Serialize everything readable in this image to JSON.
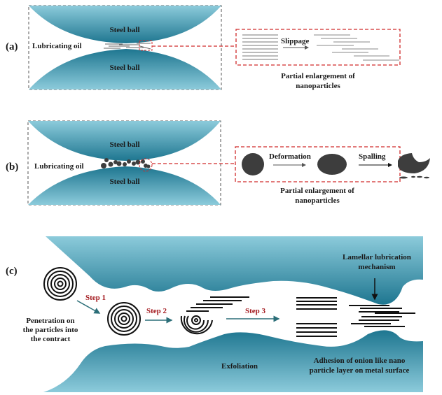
{
  "colors": {
    "steel_dark": "#1e7690",
    "steel_light": "#8ccbdb",
    "particle": "#3d3d3d",
    "callout_red": "#d02b2b",
    "step_label": "#a3191e",
    "arrow_teal": "#2b6e78"
  },
  "panel_a": {
    "label": "(a)",
    "top_ball": "Steel ball",
    "bottom_ball": "Steel ball",
    "oil": "Lubricating oil",
    "callout_action": "Slippage",
    "caption_line1": "Partial enlargement of",
    "caption_line2": "nanoparticles"
  },
  "panel_b": {
    "label": "(b)",
    "top_ball": "Steel ball",
    "bottom_ball": "Steel ball",
    "oil": "Lubricating oil",
    "action1": "Deformation",
    "action2": "Spalling",
    "caption_line1": "Partial enlargement of",
    "caption_line2": "nanoparticles"
  },
  "panel_c": {
    "label": "(c)",
    "step1": "Step 1",
    "step2": "Step 2",
    "step3": "Step 3",
    "penetration_line1": "Penetration on",
    "penetration_line2": "the particles into",
    "penetration_line3": "the contract",
    "exfoliation": "Exfoliation",
    "mechanism_line1": "Lamellar lubrication",
    "mechanism_line2": "mechanism",
    "adhesion_line1": "Adhesion of onion like nano",
    "adhesion_line2": "particle layer on metal surface"
  }
}
